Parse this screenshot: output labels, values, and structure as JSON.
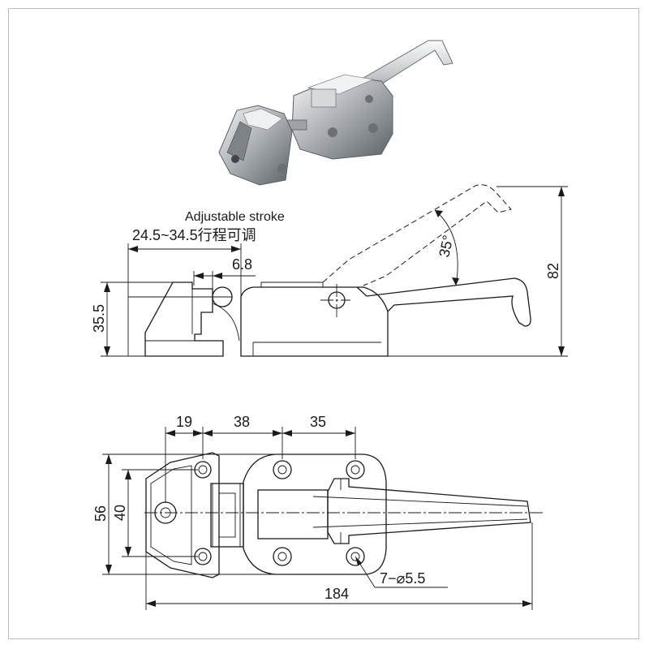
{
  "product_photo": {
    "icon": "latch-photo-icon"
  },
  "side_view": {
    "note_line1": "Adjustable stroke",
    "note_line2": "24.5~34.5行程可调",
    "dim_gap": "6.8",
    "dim_height": "35.5",
    "dim_total_height": "82",
    "dim_angle": "35°"
  },
  "top_view": {
    "dim_a": "19",
    "dim_b": "38",
    "dim_c": "35",
    "dim_outer_height": "56",
    "dim_inner_height": "40",
    "dim_holes": "7−⌀5.5",
    "dim_length": "184"
  },
  "colors": {
    "line": "#1a1a1a",
    "frame": "#bdbdbd",
    "chrome": "#b9bcc0"
  }
}
